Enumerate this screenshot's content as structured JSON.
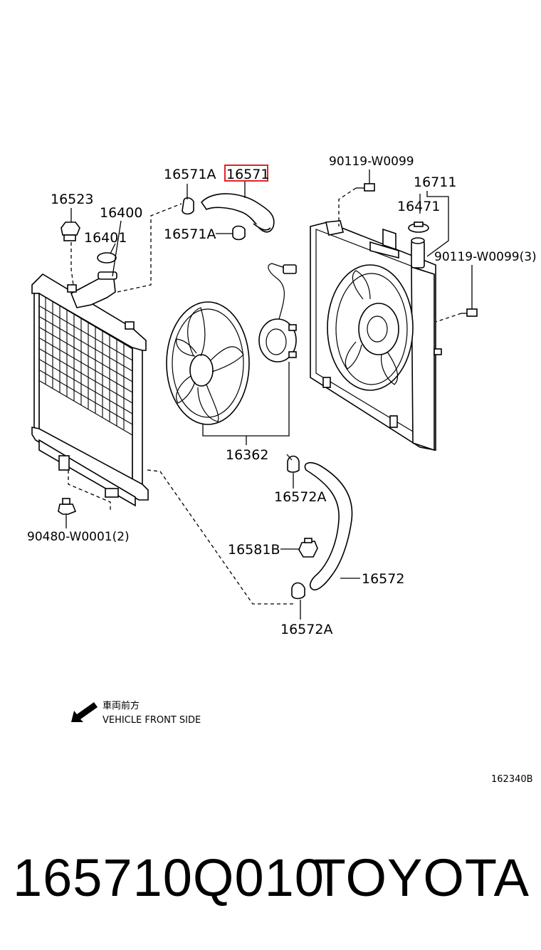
{
  "labels": {
    "p16571": "16571",
    "p16571A_top": "16571A",
    "p16571A_bottom": "16571A",
    "p16523": "16523",
    "p16400": "16400",
    "p16401": "16401",
    "p90119_top": "90119-W0099",
    "p16711": "16711",
    "p16471": "16471",
    "p90119_right": "90119-W0099(3)",
    "p16362": "16362",
    "p16572A_top": "16572A",
    "p16581B": "16581B",
    "p16572": "16572",
    "p16572A_bottom": "16572A",
    "p90480": "90480-W0001(2)"
  },
  "direction_note": {
    "japanese": "車両前方",
    "english": "VEHICLE FRONT SIDE"
  },
  "diagram_ref": "162340B",
  "footer": {
    "part_number": "165710Q010",
    "brand": "TOYOTA"
  },
  "colors": {
    "highlight": "#e0242b",
    "ink": "#000000",
    "background": "#ffffff"
  },
  "icons": {
    "direction_arrow": "front-direction-arrow-icon"
  }
}
